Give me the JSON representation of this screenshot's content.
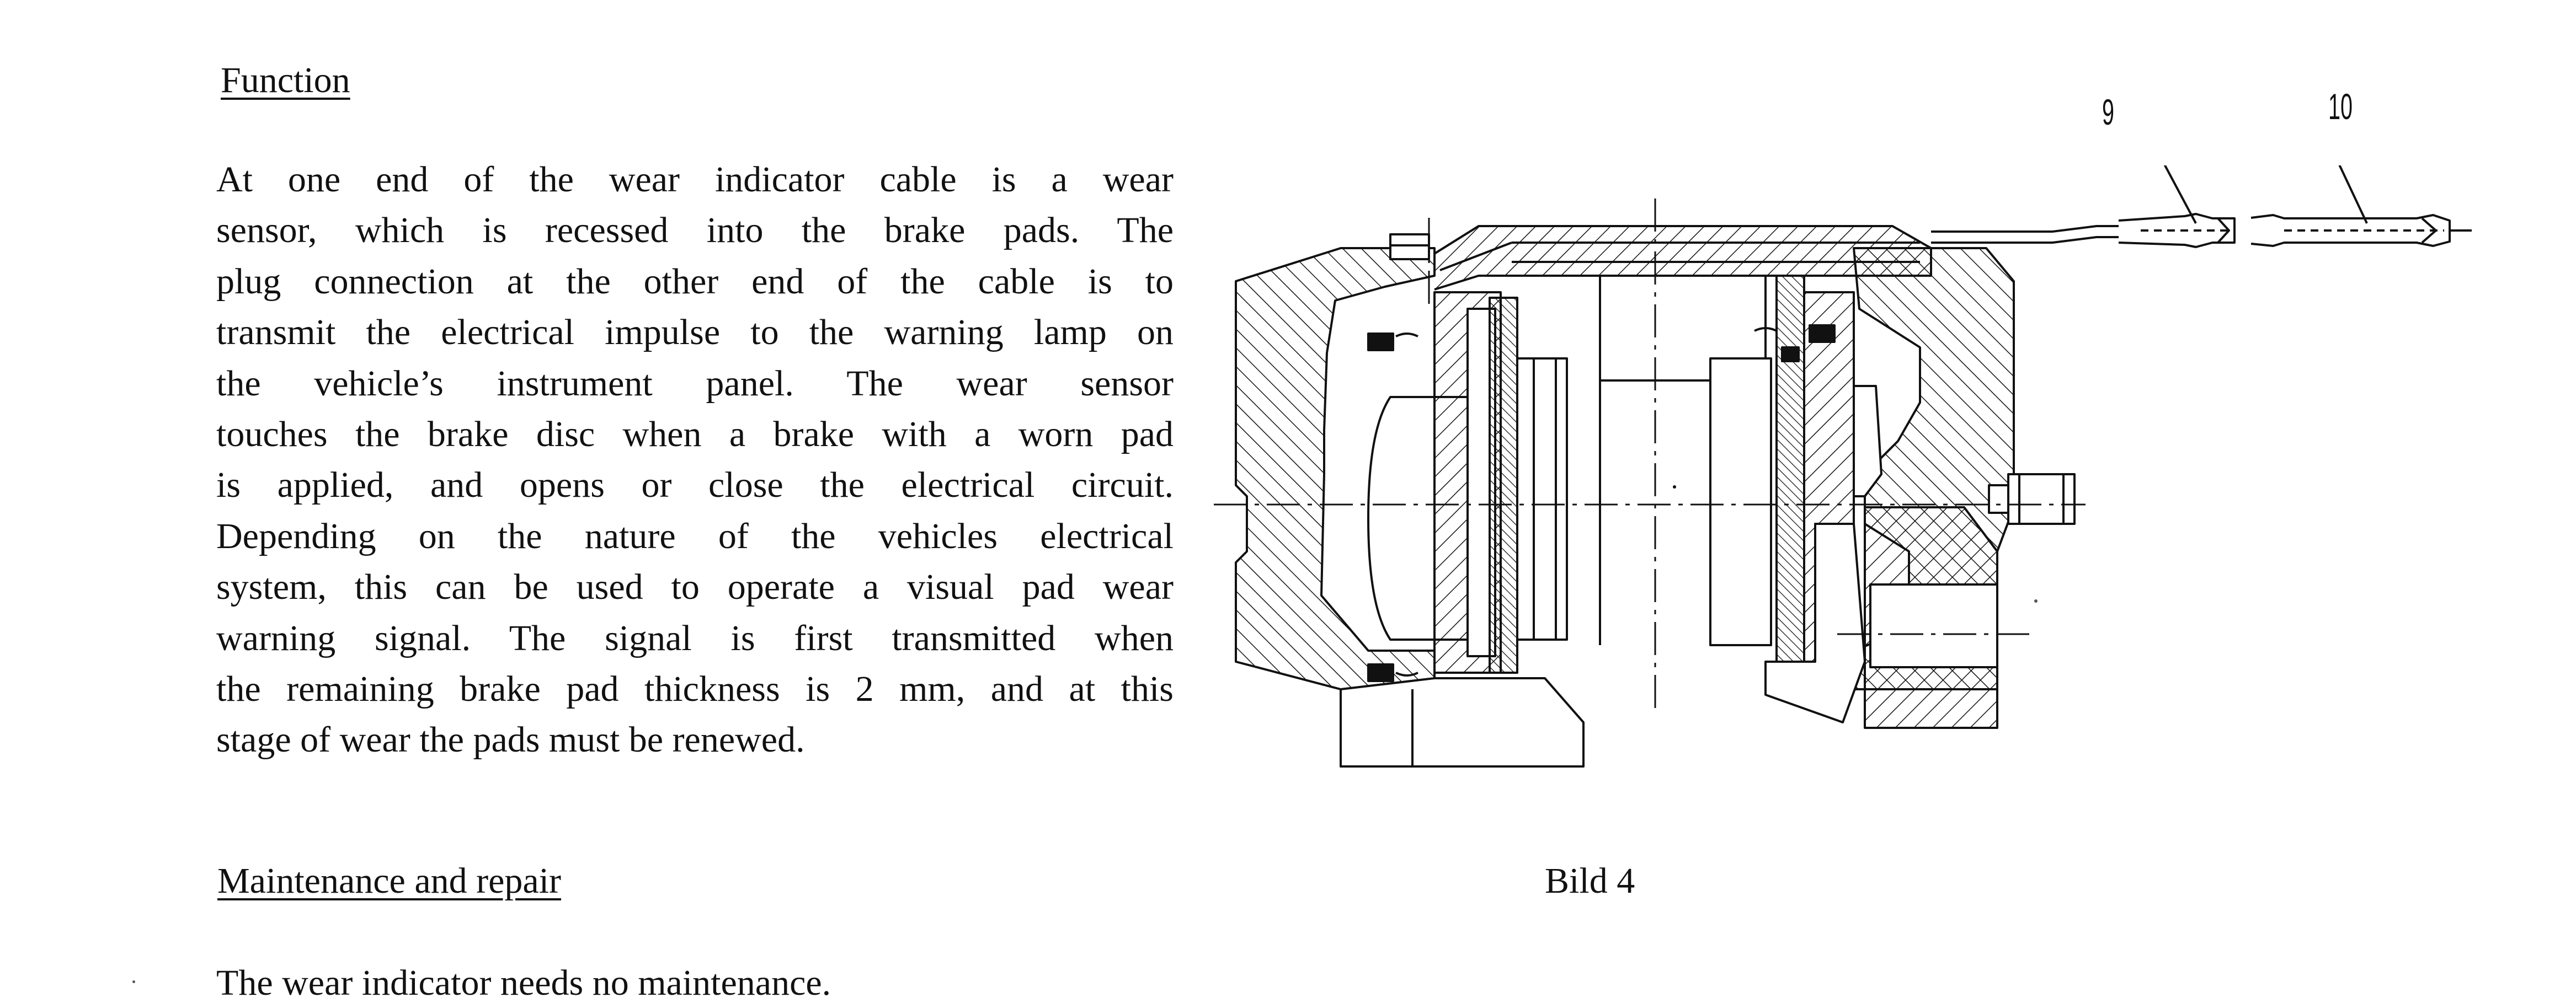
{
  "document": {
    "function_heading": "Function",
    "function_lines": [
      "At one end of the wear indicator cable is a wear",
      "sensor, which is recessed into the brake pads. The",
      "plug connection at the other end of the cable is to",
      "transmit the electrical impulse to the warning lamp on",
      "the vehicle’s instrument panel. The wear sensor",
      "touches the brake disc when a brake with a worn pad",
      "is applied, and opens or close the electrical circuit.",
      "Depending on the nature of the vehicles electrical",
      "system, this can be used to operate a visual pad wear",
      "warning signal. The signal is first transmitted when",
      "the remaining brake pad thickness is 2 mm, and at this",
      "stage of wear the pads must be renewed."
    ],
    "maintenance_heading": "Maintenance and repair",
    "maintenance_text": "The wear indicator needs no maintenance."
  },
  "figure": {
    "caption": "Bild 4",
    "callouts": [
      "9",
      "10"
    ]
  }
}
